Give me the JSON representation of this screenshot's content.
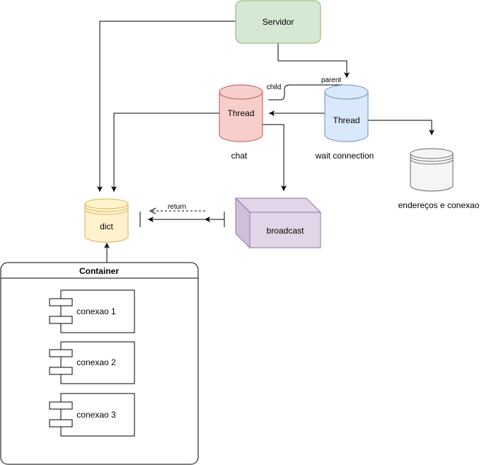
{
  "diagram": {
    "servidor": {
      "label": "Servidor"
    },
    "thread_chat": {
      "label": "Thread",
      "caption": "chat"
    },
    "thread_wait": {
      "label": "Thread",
      "caption": "wait connection"
    },
    "storage": {
      "caption": "endereços e conexao"
    },
    "dict": {
      "label": "dict"
    },
    "broadcast": {
      "label": "broadcast"
    },
    "edge_labels": {
      "child": "child",
      "parent": "parent",
      "return": "return"
    },
    "container": {
      "title": "Container",
      "components": [
        {
          "label": "conexao 1"
        },
        {
          "label": "conexao 2"
        },
        {
          "label": "conexao 3"
        }
      ]
    },
    "colors": {
      "servidor_fill": "#d5e8d4",
      "servidor_stroke": "#82b366",
      "chat_fill": "#f8cecc",
      "chat_stroke": "#b85450",
      "wait_fill": "#dae8fc",
      "wait_stroke": "#6c8ebf",
      "storage_fill": "#f5f5f5",
      "storage_stroke": "#666666",
      "dict_fill": "#fff2cc",
      "dict_stroke": "#d6b656",
      "broadcast_fill": "#e1d5e7",
      "broadcast_stroke": "#9673a6"
    }
  }
}
